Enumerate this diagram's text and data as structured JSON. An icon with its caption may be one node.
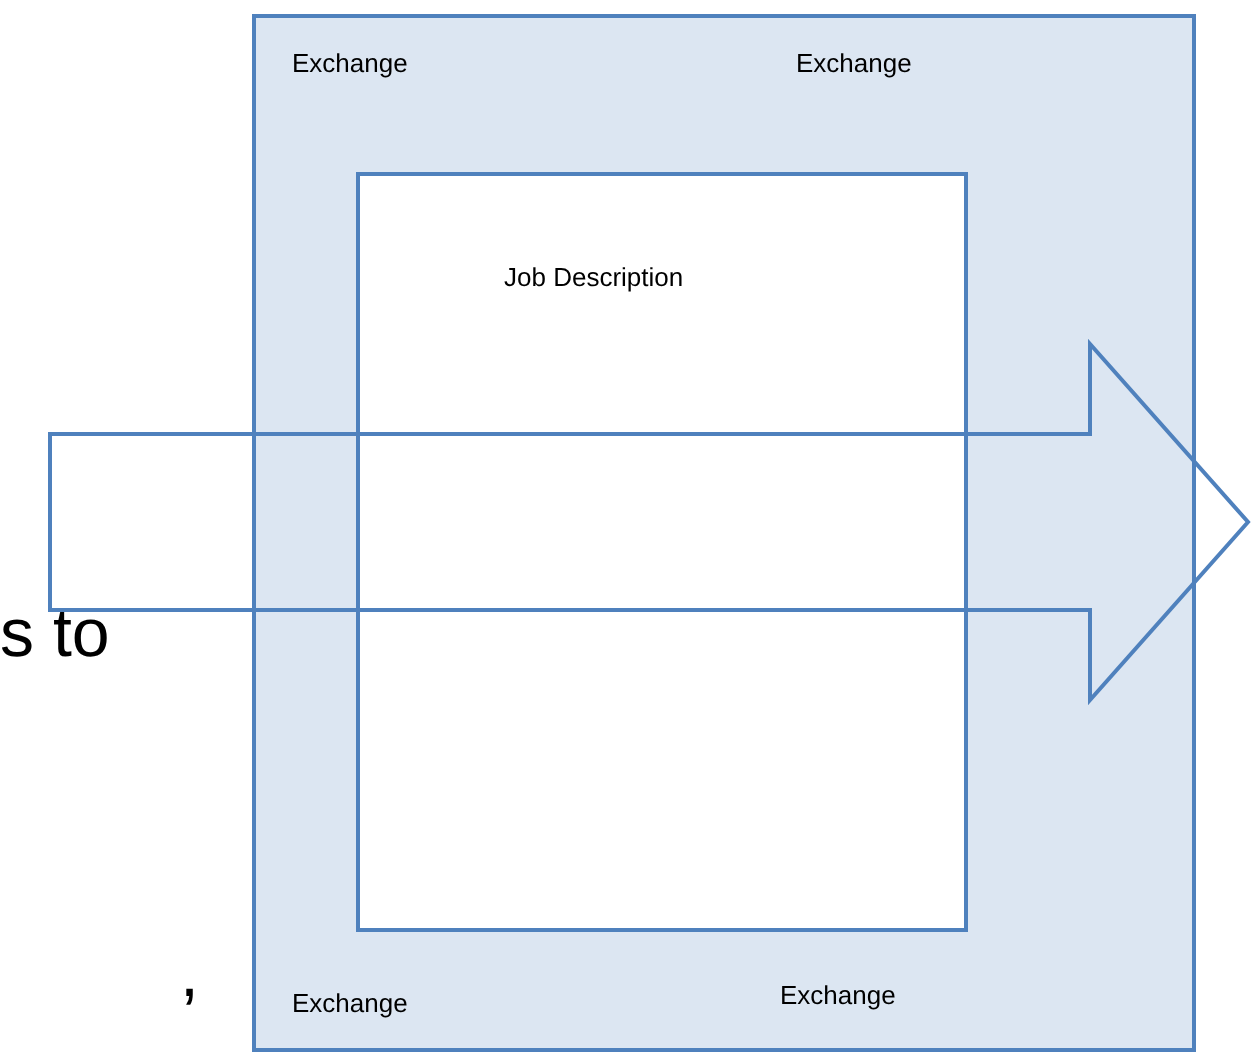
{
  "diagram": {
    "nodes": [
      {
        "text": [
          "Exchange",
          "Exchange",
          "Exchange",
          "Exchange"
        ]
      },
      {
        "text": [
          "Job Description"
        ],
        "in": 0
      }
    ],
    "labels": [
      "s to",
      ","
    ]
  }
}
